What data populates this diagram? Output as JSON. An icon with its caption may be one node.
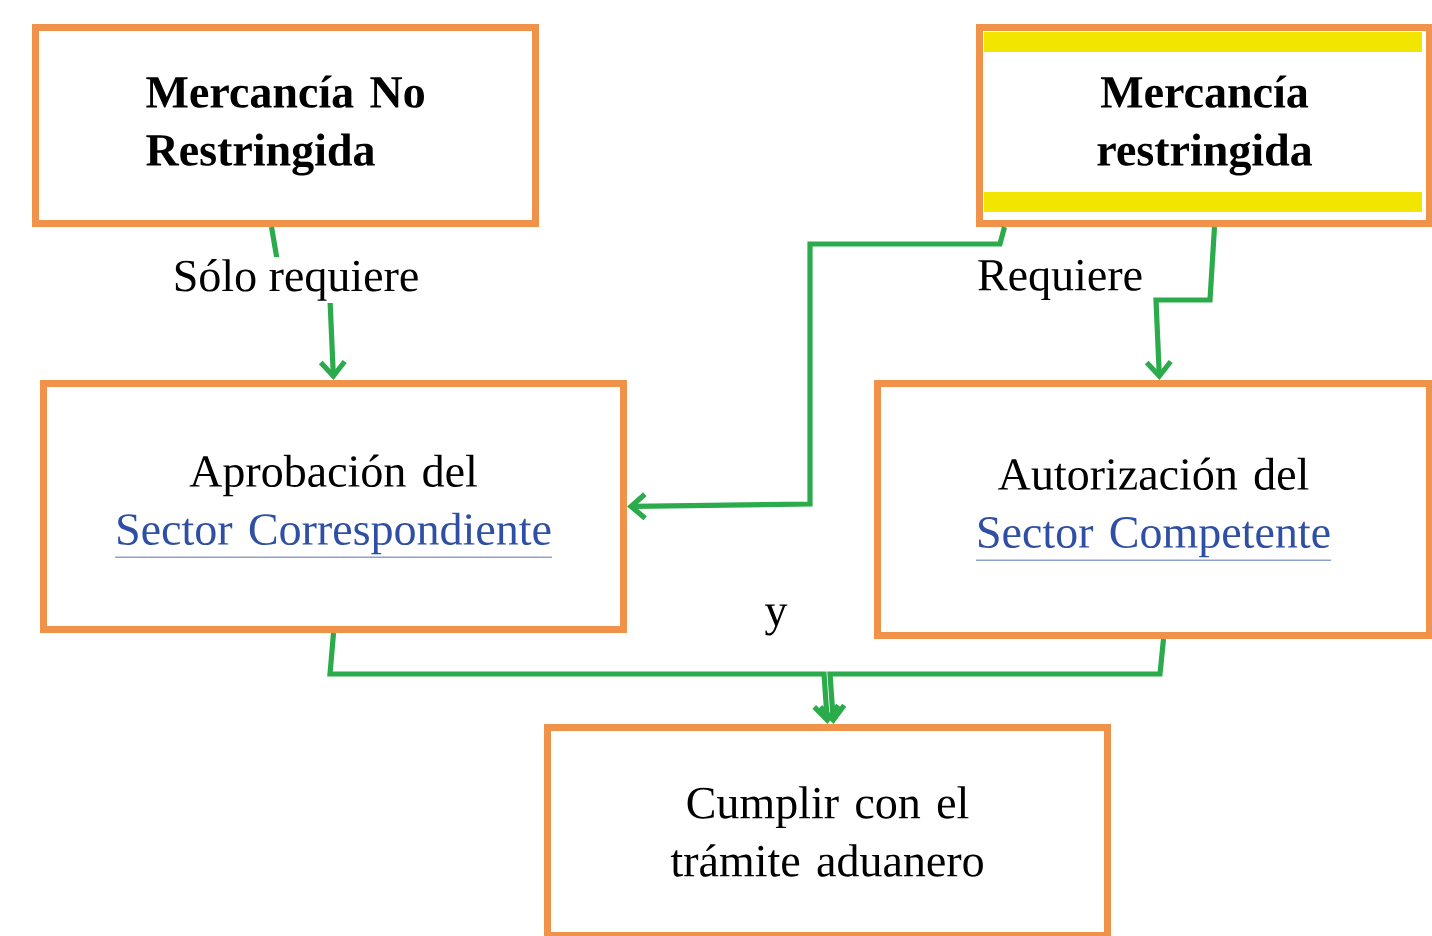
{
  "diagram": {
    "nodes": [
      {
        "text": [
          "Mercancía No Restringida"
        ]
      },
      {
        "text": [
          "Mercancía restringida"
        ]
      },
      {
        "text": [
          "Aprobación del",
          "Sector Correspondiente"
        ]
      },
      {
        "text": [
          "Autorización del",
          "Sector Competente"
        ]
      },
      {
        "text": [
          "Cumplir con el trámite aduanero"
        ]
      }
    ],
    "edges": [
      {
        "from": 0,
        "to": 2,
        "arrow": "to",
        "label": "Sólo requiere"
      },
      {
        "from": 1,
        "to": 3,
        "arrow": "to",
        "label": "Requiere"
      },
      {
        "from": 1,
        "to": 2,
        "arrow": "to"
      },
      {
        "from": 2,
        "to": 4,
        "arrow": "to",
        "label": "y"
      },
      {
        "from": 3,
        "to": 4,
        "arrow": "to"
      }
    ]
  }
}
